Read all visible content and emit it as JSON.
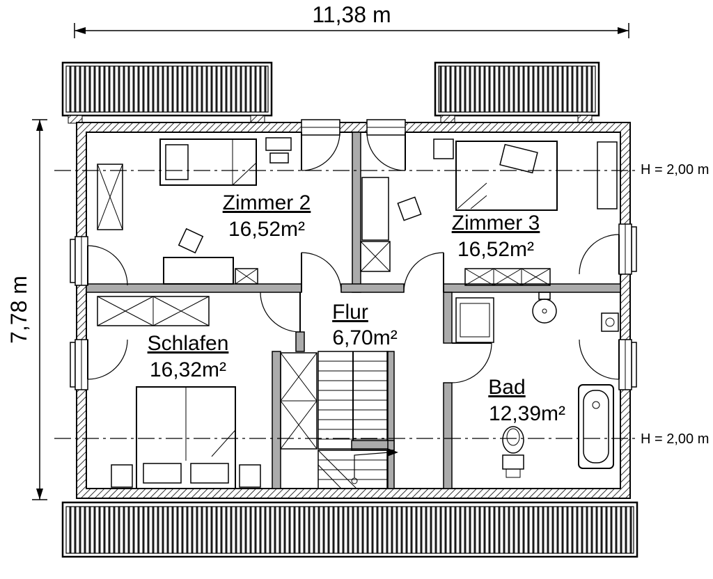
{
  "floorplan": {
    "width_dim": "11,38 m",
    "height_dim": "7,78 m",
    "height_marker_top": "H = 2,00 m",
    "height_marker_bottom": "H = 2,00 m",
    "rooms": {
      "zimmer2": {
        "name": "Zimmer 2",
        "area": "16,52m²"
      },
      "zimmer3": {
        "name": "Zimmer 3",
        "area": "16,52m²"
      },
      "schlafen": {
        "name": "Schlafen",
        "area": "16,32m²"
      },
      "flur": {
        "name": "Flur",
        "area": "6,70m²"
      },
      "bad": {
        "name": "Bad",
        "area": "12,39m²"
      }
    }
  }
}
